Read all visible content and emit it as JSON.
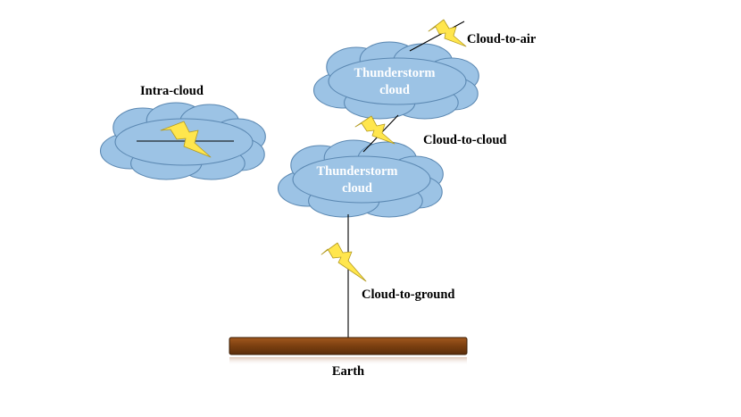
{
  "labels": {
    "intra_cloud": "Intra-cloud",
    "cloud_to_air": "Cloud-to-air",
    "cloud_to_cloud": "Cloud-to-cloud",
    "cloud_to_ground": "Cloud-to-ground",
    "earth": "Earth"
  },
  "clouds": {
    "upper_line1": "Thunderstorm",
    "upper_line2": "cloud",
    "lower_line1": "Thunderstorm",
    "lower_line2": "cloud"
  },
  "colors": {
    "cloud_fill": "#9cc3e5",
    "cloud_outline": "#5b88b2",
    "bolt_fill": "#ffe64d",
    "earth_fill": "#7b3f10"
  },
  "icons": [
    "lightning-bolt-icon",
    "cloud-icon"
  ]
}
